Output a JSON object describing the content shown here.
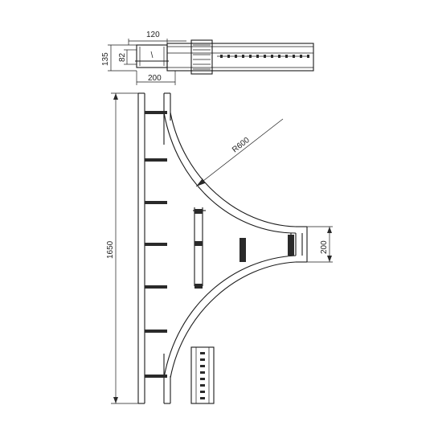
{
  "drawing": {
    "dimensions": {
      "section_width": "120",
      "section_height": "135",
      "section_inner_height": "82",
      "section_base_width": "200",
      "total_length": "1650",
      "branch_width": "200",
      "radius": "R600"
    }
  }
}
